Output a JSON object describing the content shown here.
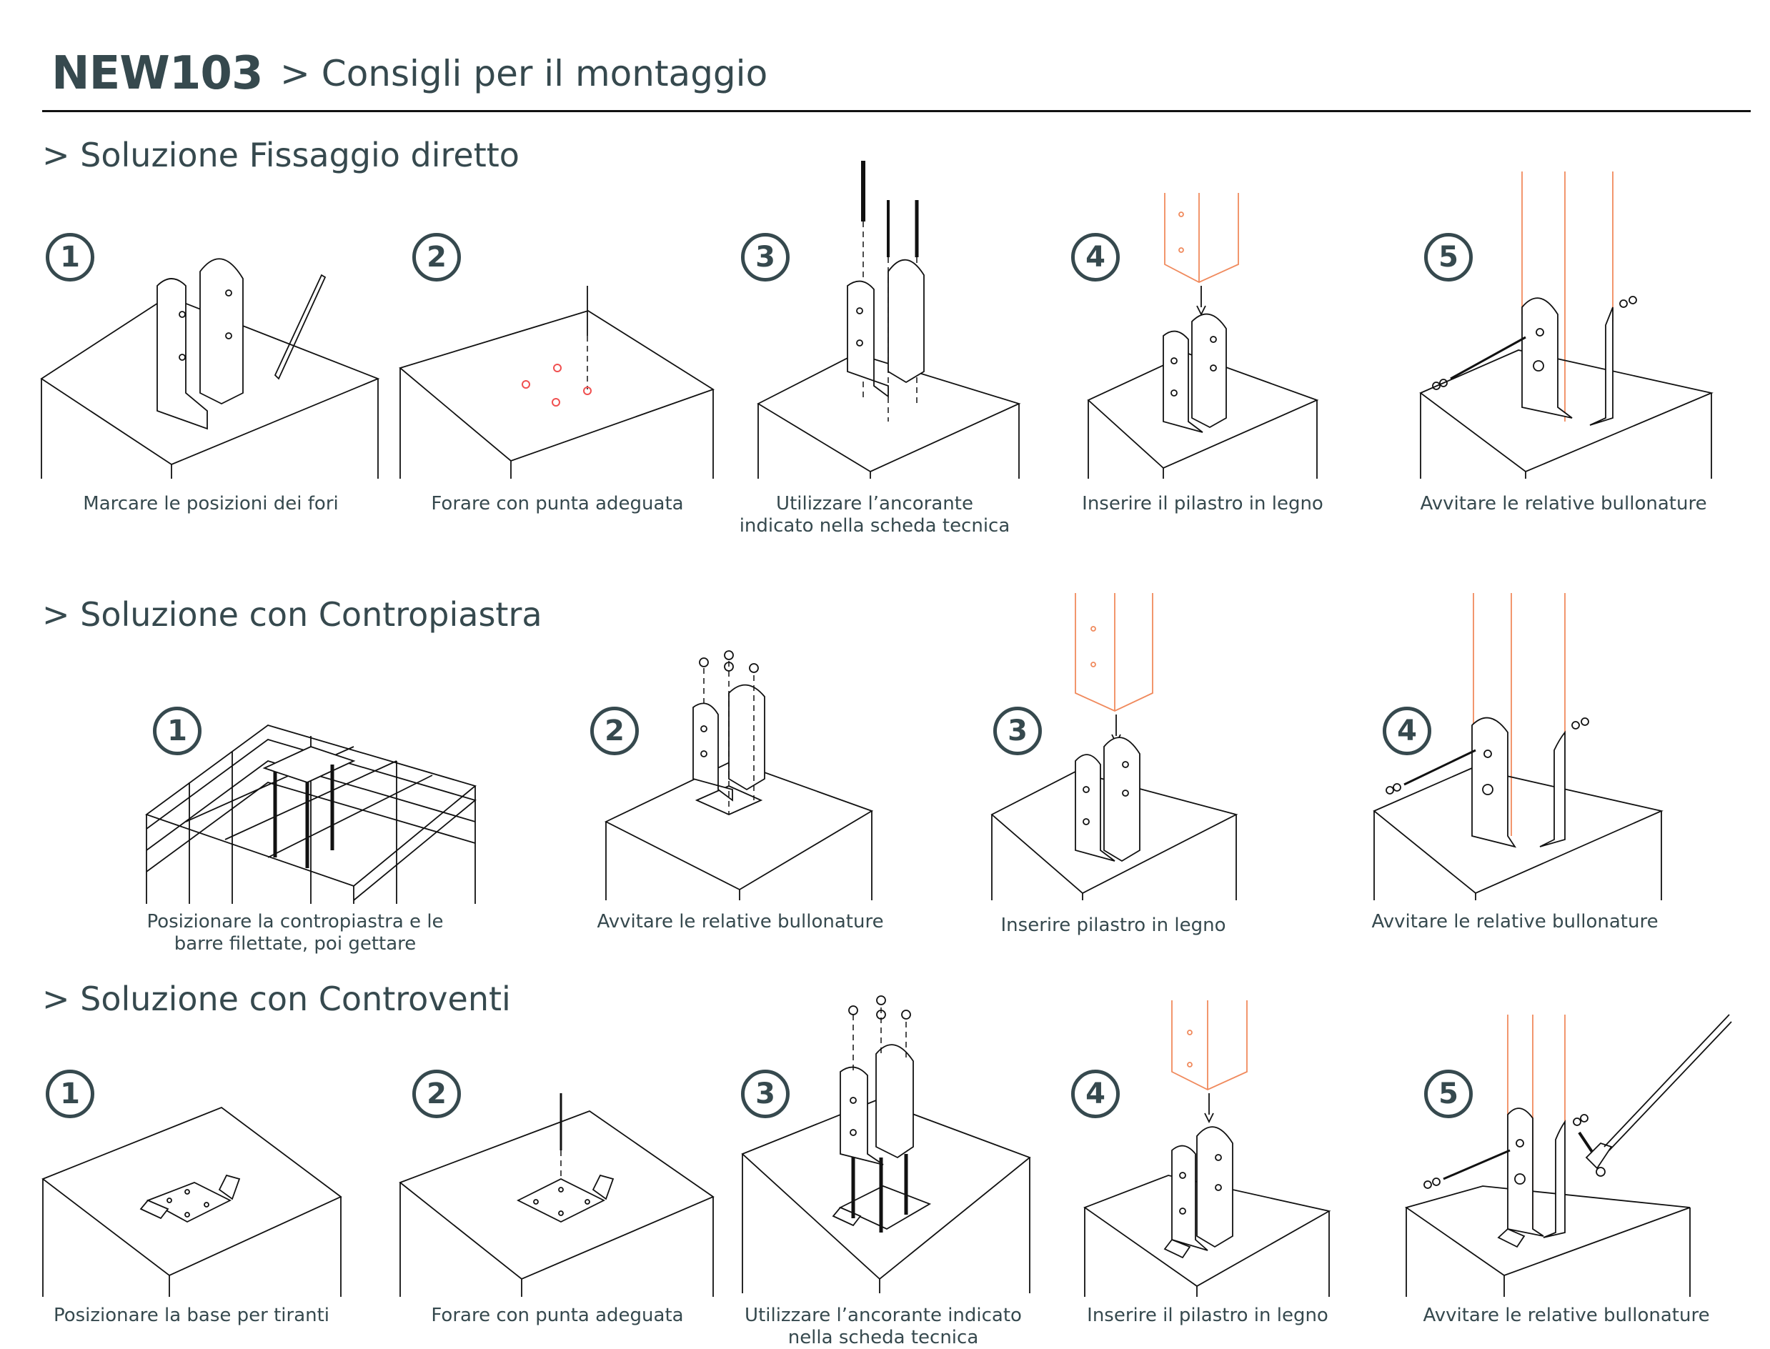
{
  "header": {
    "product_code": "NEW103",
    "subtitle": "> Consigli per il montaggio"
  },
  "sections": [
    {
      "title": "> Soluzione Fissaggio diretto",
      "steps": [
        {
          "number": "1",
          "caption": "Marcare le posizioni dei fori"
        },
        {
          "number": "2",
          "caption": "Forare con punta adeguata"
        },
        {
          "number": "3",
          "caption": "Utilizzare l’ancorante\nindicato nella scheda tecnica"
        },
        {
          "number": "4",
          "caption": "Inserire il pilastro in legno"
        },
        {
          "number": "5",
          "caption": "Avvitare le relative bullonature"
        }
      ]
    },
    {
      "title": "> Soluzione con Contropiastra",
      "steps": [
        {
          "number": "1",
          "caption": "Posizionare la contropiastra e le\nbarre filettate, poi gettare"
        },
        {
          "number": "2",
          "caption": "Avvitare le relative bullonature"
        },
        {
          "number": "3",
          "caption": "Inserire pilastro in legno"
        },
        {
          "number": "4",
          "caption": "Avvitare le relative bullonature"
        }
      ]
    },
    {
      "title": "> Soluzione con Controventi",
      "steps": [
        {
          "number": "1",
          "caption": "Posizionare la base per tiranti"
        },
        {
          "number": "2",
          "caption": "Forare con punta adeguata"
        },
        {
          "number": "3",
          "caption": "Utilizzare l’ancorante indicato\nnella scheda tecnica"
        },
        {
          "number": "4",
          "caption": "Inserire il pilastro in legno"
        },
        {
          "number": "5",
          "caption": "Avvitare le relative bullonature"
        }
      ]
    }
  ],
  "colors": {
    "text": "#36494e",
    "line": "#111111",
    "wood_post": "#f08a5d",
    "drill_marks": "#f05050"
  }
}
